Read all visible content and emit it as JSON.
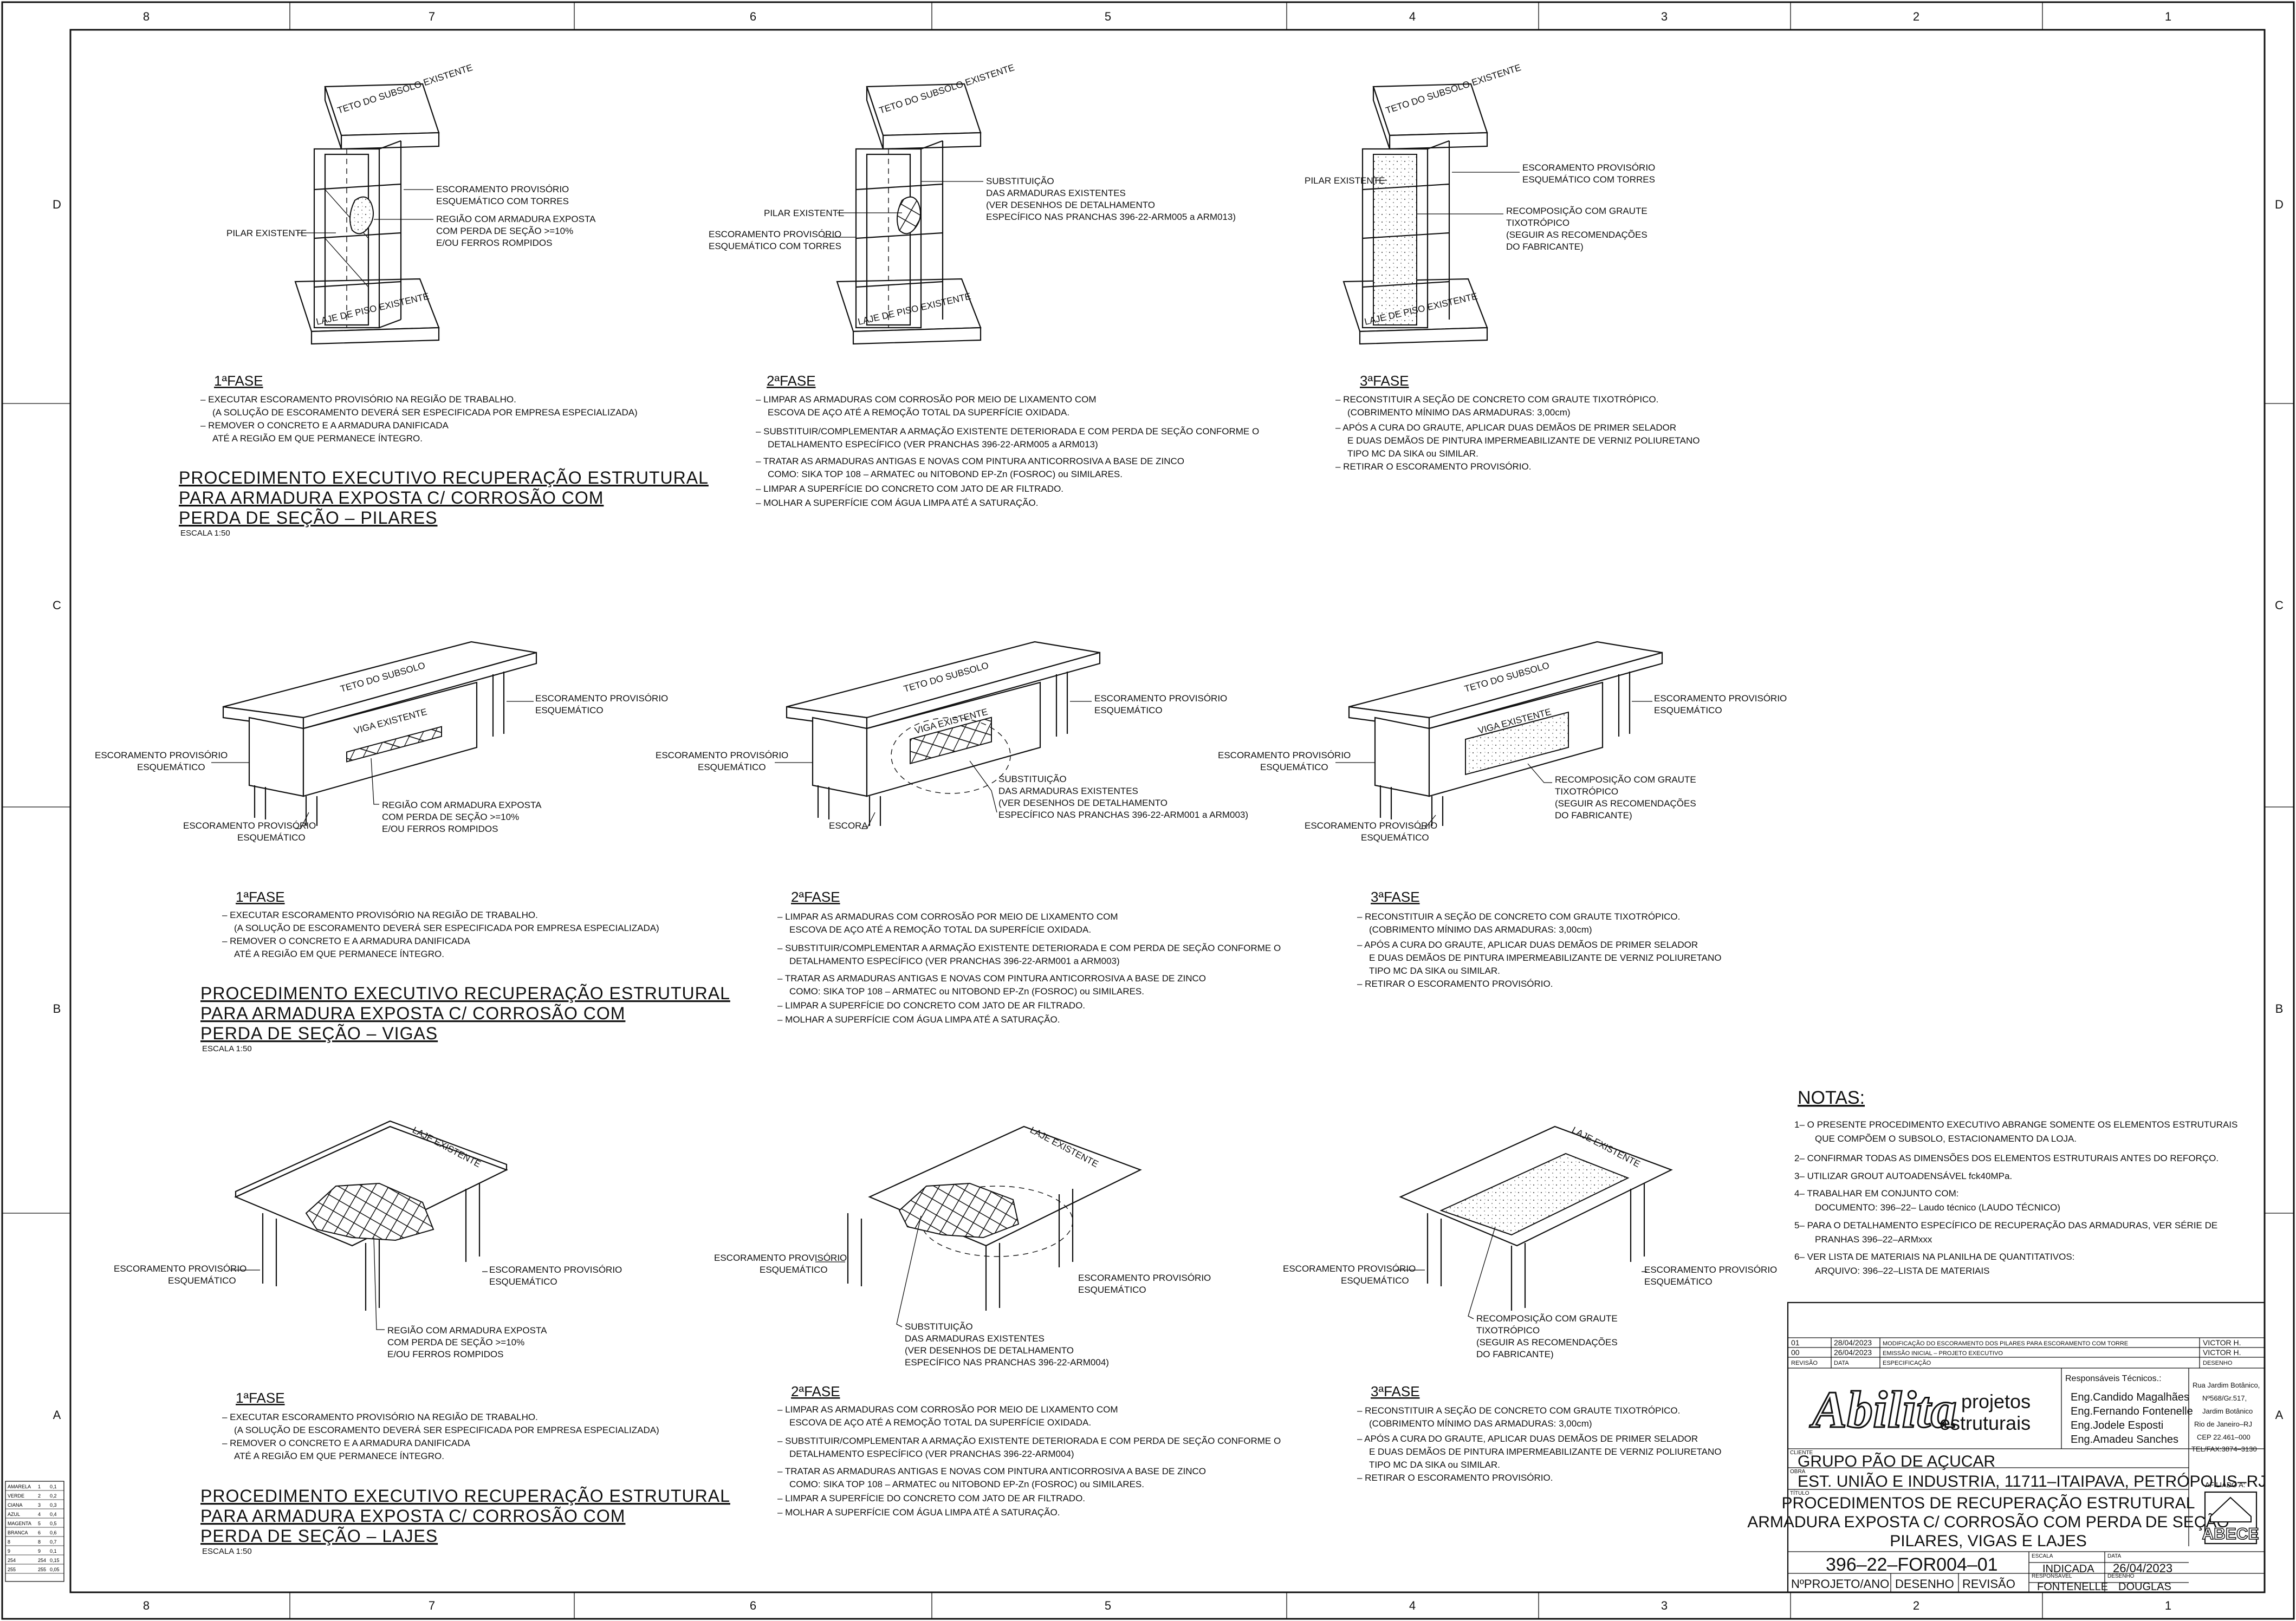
{
  "zones": {
    "cols": [
      "8",
      "7",
      "6",
      "5",
      "4",
      "3",
      "2",
      "1"
    ],
    "rows": [
      "D",
      "C",
      "B",
      "A"
    ]
  },
  "labels": {
    "teto_subsolo": "TETO DO SUBSOLO EXISTENTE",
    "teto_subsolo_short": "TETO DO SUBSOLO",
    "laje_piso": "LAJE DE PISO EXISTENTE",
    "viga_existente": "VIGA EXISTENTE",
    "laje_existente": "LAJE EXISTENTE",
    "pilar_existente": "PILAR EXISTENTE",
    "escora": "ESCORA",
    "escoramento_torres_1": "ESCORAMENTO PROVISÓRIO",
    "escoramento_torres_2": "ESQUEMÁTICO COM TORRES",
    "escoramento_1": "ESCORAMENTO PROVISÓRIO",
    "escoramento_2": "ESQUEMÁTICO",
    "regiao_1": "REGIÃO COM ARMADURA EXPOSTA",
    "regiao_2": "COM PERDA DE SEÇÃO >=10%",
    "regiao_3": "E/OU FERROS ROMPIDOS",
    "subst_1": "SUBSTITUIÇÃO",
    "subst_2": "DAS ARMADURAS EXISTENTES",
    "subst_pil_3": "(VER DESENHOS DE DETALHAMENTO",
    "subst_pil_4": "ESPECÍFICO NAS PRANCHAS 396-22-ARM005 a ARM013)",
    "subst_viga_4": "ESPECÍFICO NAS PRANCHAS 396-22-ARM001 a ARM003)",
    "subst_laje_4": "ESPECÍFICO NAS PRANCHAS 396-22-ARM004)",
    "recomp_1": "RECOMPOSIÇÃO COM GRAUTE",
    "recomp_2": "TIXOTRÓPICO",
    "recomp_3": "(SEGUIR AS RECOMENDAÇÕES",
    "recomp_4": "DO FABRICANTE)"
  },
  "phases": {
    "f1": "1ªFASE",
    "f2": "2ªFASE",
    "f3": "3ªFASE"
  },
  "texts": {
    "f1_l1": "– EXECUTAR ESCORAMENTO PROVISÓRIO NA REGIÃO DE TRABALHO.",
    "f1_l2": "(A SOLUÇÃO DE ESCORAMENTO DEVERÁ SER ESPECIFICADA POR EMPRESA ESPECIALIZADA)",
    "f1_l3": "– REMOVER O CONCRETO E A ARMADURA DANIFICADA",
    "f1_l4": "ATÉ A REGIÃO EM QUE PERMANECE ÍNTEGRO.",
    "f2_l1": "– LIMPAR AS ARMADURAS COM CORROSÃO POR MEIO DE LIXAMENTO COM",
    "f2_l2": "ESCOVA DE AÇO ATÉ A REMOÇÃO TOTAL DA SUPERFÍCIE OXIDADA.",
    "f2_l3": "– SUBSTITUIR/COMPLEMENTAR A ARMAÇÃO EXISTENTE DETERIORADA E COM PERDA DE SEÇÃO CONFORME O",
    "f2_pil_l4": "DETALHAMENTO ESPECÍFICO (VER PRANCHAS 396-22-ARM005 a ARM013)",
    "f2_viga_l4": "DETALHAMENTO ESPECÍFICO (VER PRANCHAS 396-22-ARM001 a ARM003)",
    "f2_laje_l4": "DETALHAMENTO ESPECÍFICO (VER PRANCHAS 396-22-ARM004)",
    "f2_l5": "– TRATAR AS ARMADURAS ANTIGAS E NOVAS COM PINTURA ANTICORROSIVA A BASE DE ZINCO",
    "f2_l6": "COMO: SIKA TOP 108 – ARMATEC ou NITOBOND EP-Zn (FOSROC) ou SIMILARES.",
    "f2_l7": "– LIMPAR A SUPERFÍCIE DO CONCRETO COM JATO DE AR FILTRADO.",
    "f2_l8": "– MOLHAR A SUPERFÍCIE COM ÁGUA LIMPA ATÉ A SATURAÇÃO.",
    "f3_l1": "– RECONSTITUIR A SEÇÃO DE CONCRETO COM GRAUTE TIXOTRÓPICO.",
    "f3_l2": "(COBRIMENTO MÍNIMO DAS ARMADURAS: 3,00cm)",
    "f3_l3": "– APÓS A CURA DO GRAUTE, APLICAR DUAS DEMÃOS DE PRIMER SELADOR",
    "f3_l4": "E DUAS DEMÃOS DE PINTURA IMPERMEABILIZANTE DE VERNIZ POLIURETANO",
    "f3_l5": "TIPO MC DA SIKA ou SIMILAR.",
    "f3_l6": "– RETIRAR O ESCORAMENTO PROVISÓRIO."
  },
  "titles": {
    "pilares": [
      "PROCEDIMENTO EXECUTIVO RECUPERAÇÃO ESTRUTURAL",
      "PARA ARMADURA EXPOSTA C/ CORROSÃO COM",
      "PERDA DE SEÇÃO – PILARES"
    ],
    "vigas": [
      "PROCEDIMENTO EXECUTIVO RECUPERAÇÃO ESTRUTURAL",
      "PARA ARMADURA EXPOSTA C/ CORROSÃO COM",
      "PERDA DE SEÇÃO – VIGAS"
    ],
    "lajes": [
      "PROCEDIMENTO EXECUTIVO RECUPERAÇÃO ESTRUTURAL",
      "PARA ARMADURA EXPOSTA C/ CORROSÃO COM",
      "PERDA DE SEÇÃO – LAJES"
    ],
    "escala": "ESCALA 1:50"
  },
  "notas": {
    "title": "NOTAS:",
    "lines": [
      "1– O PRESENTE PROCEDIMENTO EXECUTIVO ABRANGE SOMENTE OS ELEMENTOS ESTRUTURAIS",
      "QUE COMPÕEM O SUBSOLO, ESTACIONAMENTO DA LOJA.",
      "2– CONFIRMAR TODAS AS DIMENSÕES DOS ELEMENTOS ESTRUTURAIS ANTES DO REFORÇO.",
      "3– UTILIZAR GROUT AUTOADENSÁVEL fck40MPa.",
      "4– TRABALHAR EM CONJUNTO COM:",
      "DOCUMENTO: 396–22– Laudo técnico (LAUDO TÉCNICO)",
      "5– PARA O DETALHAMENTO ESPECÍFICO DE RECUPERAÇÃO DAS ARMADURAS, VER SÉRIE DE",
      "PRANHAS 396–22–ARMxxx",
      "6– VER LISTA DE MATERIAIS NA PLANILHA DE QUANTITATIVOS:",
      "ARQUIVO: 396–22–LISTA DE MATERIAIS"
    ]
  },
  "revisions": [
    {
      "rev": "01",
      "date": "28/04/2023",
      "desc": "MODIFICAÇÃO DO ESCORAMENTO DOS PILARES PARA ESCORAMENTO COM TORRE",
      "by": "VICTOR H."
    },
    {
      "rev": "00",
      "date": "26/04/2023",
      "desc": "EMISSÃO INICIAL – PROJETO EXECUTIVO",
      "by": "VICTOR H."
    }
  ],
  "rev_header": {
    "rev": "REVISÃO",
    "date": "DATA",
    "desc": "ESPECIFICAÇÃO",
    "by": "DESENHO"
  },
  "title_block": {
    "logo": "Abilita",
    "company_1": "projetos",
    "company_2": "estruturais",
    "resp_title": "Responsáveis Técnicos.:",
    "resp": [
      "Eng.Candido Magalhães",
      "Eng.Fernando Fontenelle",
      "Eng.Jodele Esposti",
      "Eng.Amadeu Sanches"
    ],
    "address": [
      "Rua Jardim Botânico,",
      "Nº568/Gr.517,",
      "Jardim Botânico",
      "Rio de Janeiro–RJ",
      "CEP 22.461–000",
      "TEL/FAX:3874–3130"
    ],
    "cliente_lbl": "CLIENTE",
    "cliente": "GRUPO PÃO DE AÇUCAR",
    "obra_lbl": "OBRA",
    "obra": "EST. UNIÃO E INDUSTRIA, 11711–ITAIPAVA, PETRÓPOLIS–RJ",
    "titulo_lbl": "TÍTULO",
    "titulo": [
      "PROCEDIMENTOS DE RECUPERAÇÃO ESTRUTURAL",
      "ARMADURA EXPOSTA C/ CORROSÃO COM PERDA DE SEÇÃO",
      "PILARES, VIGAS E LAJES"
    ],
    "drawing_no": "396–22–FOR004–01",
    "escala_lbl": "ESCALA",
    "escala": "INDICADA",
    "data_lbl": "DATA",
    "data": "26/04/2023",
    "resp_lbl": "RESPONSÁVEL",
    "resp_name": "FONTENELLE",
    "desenho_lbl": "DESENHO",
    "desenho_name": "DOUGLAS",
    "nprojeto": "NºPROJETO/ANO",
    "desenho": "DESENHO",
    "revisao": "REVISÃO",
    "afiliado": "AFILIADO A:",
    "abece": "ABECE"
  },
  "pen_table": {
    "rows": [
      [
        "AMARELA",
        "1",
        "0,1"
      ],
      [
        "VERDE",
        "2",
        "0,2"
      ],
      [
        "CIANA",
        "3",
        "0,3"
      ],
      [
        "AZUL",
        "4",
        "0,4"
      ],
      [
        "MAGENTA",
        "5",
        "0,5"
      ],
      [
        "BRANCA",
        "6",
        "0,6"
      ],
      [
        "8",
        "8",
        "0,7"
      ],
      [
        "9",
        "9",
        "0,1"
      ],
      [
        "254",
        "254",
        "0,15"
      ],
      [
        "255",
        "255",
        "0,05"
      ]
    ]
  }
}
